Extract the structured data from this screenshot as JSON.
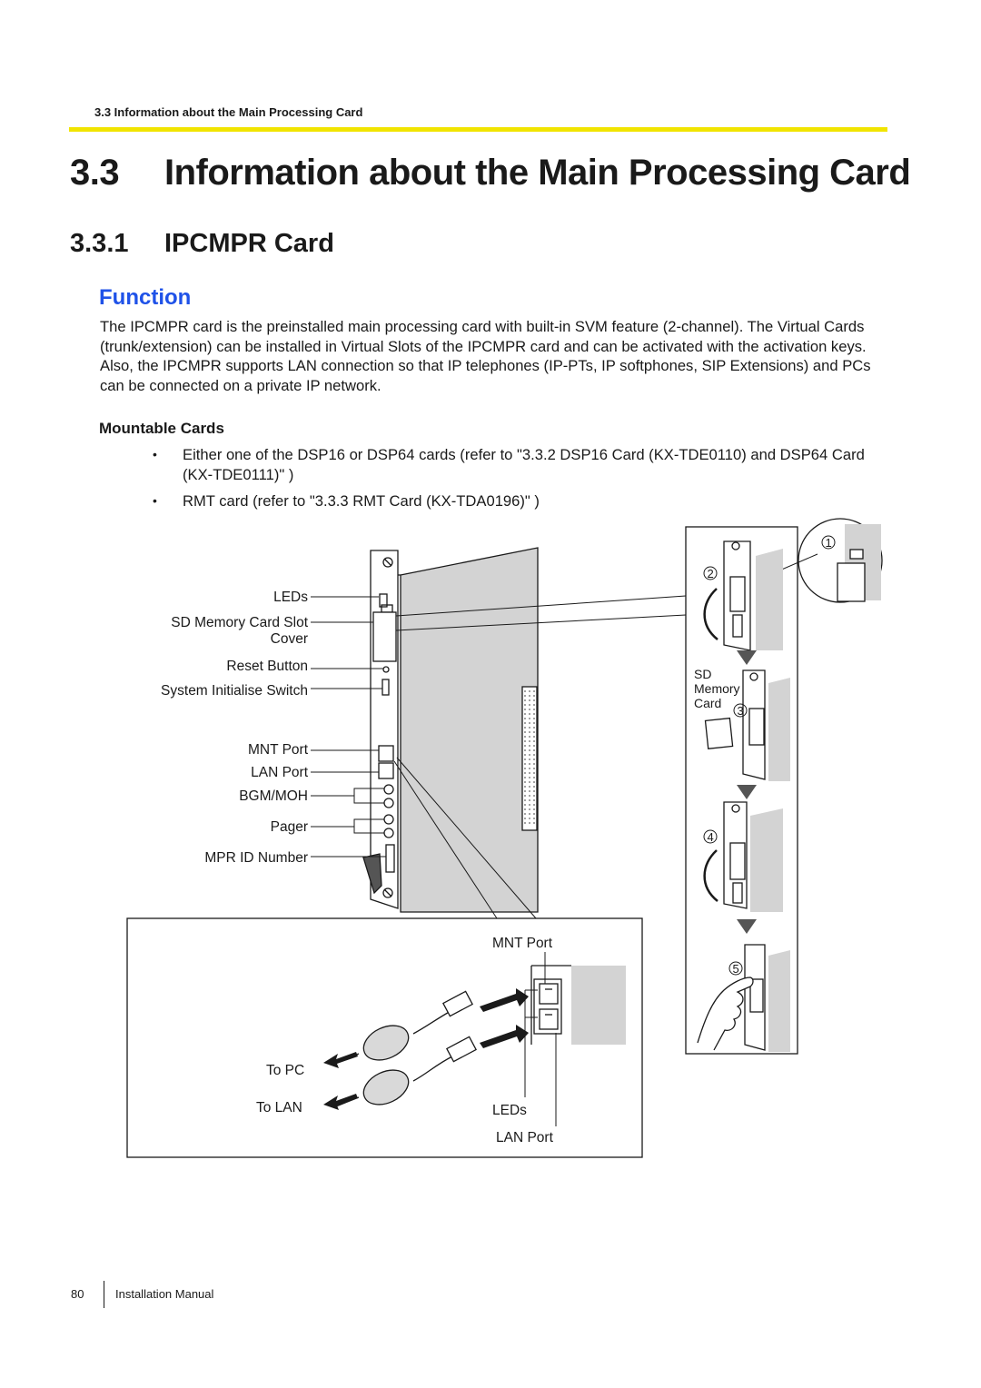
{
  "header": {
    "running_title": "3.3 Information about the Main Processing Card"
  },
  "section": {
    "number": "3.3",
    "title": "Information about the Main Processing Card"
  },
  "subsection": {
    "number": "3.3.1",
    "title": "IPCMPR Card"
  },
  "function": {
    "heading": "Function",
    "paragraph": "The IPCMPR card is the preinstalled main processing card with built-in SVM feature (2-channel). The Virtual Cards (trunk/extension) can be installed in Virtual Slots of the IPCMPR card and can be activated with the activation keys. Also, the IPCMPR supports LAN connection so that IP telephones (IP-PTs, IP softphones, SIP Extensions) and PCs can be connected on a private IP network."
  },
  "mountable_cards": {
    "heading": "Mountable Cards",
    "items": [
      "Either one of the DSP16 or DSP64 cards (refer to \"3.3.2 DSP16 Card (KX-TDE0110) and DSP64 Card (KX-TDE0111)\" )",
      "RMT card (refer to \"3.3.3 RMT Card (KX-TDA0196)\" )"
    ]
  },
  "figure": {
    "card_labels": {
      "leds": "LEDs",
      "sd_slot_line1": "SD Memory Card Slot",
      "sd_slot_line2": "Cover",
      "reset": "Reset Button",
      "sys_init": "System Initialise Switch",
      "mnt_port": "MNT Port",
      "lan_port": "LAN Port",
      "bgm_moh": "BGM/MOH",
      "pager": "Pager",
      "mpr_id": "MPR ID Number"
    },
    "detail_box": {
      "mnt_port": "MNT Port",
      "to_pc": "To PC",
      "to_lan": "To LAN",
      "leds": "LEDs",
      "lan_port": "LAN Port"
    },
    "sd_steps": {
      "step1": "1",
      "step2": "2",
      "step3": "3",
      "step4": "4",
      "step5": "5",
      "sd_label_1": "SD",
      "sd_label_2": "Memory",
      "sd_label_3": "Card"
    }
  },
  "footer": {
    "page_number": "80",
    "doc_title": "Installation Manual"
  }
}
